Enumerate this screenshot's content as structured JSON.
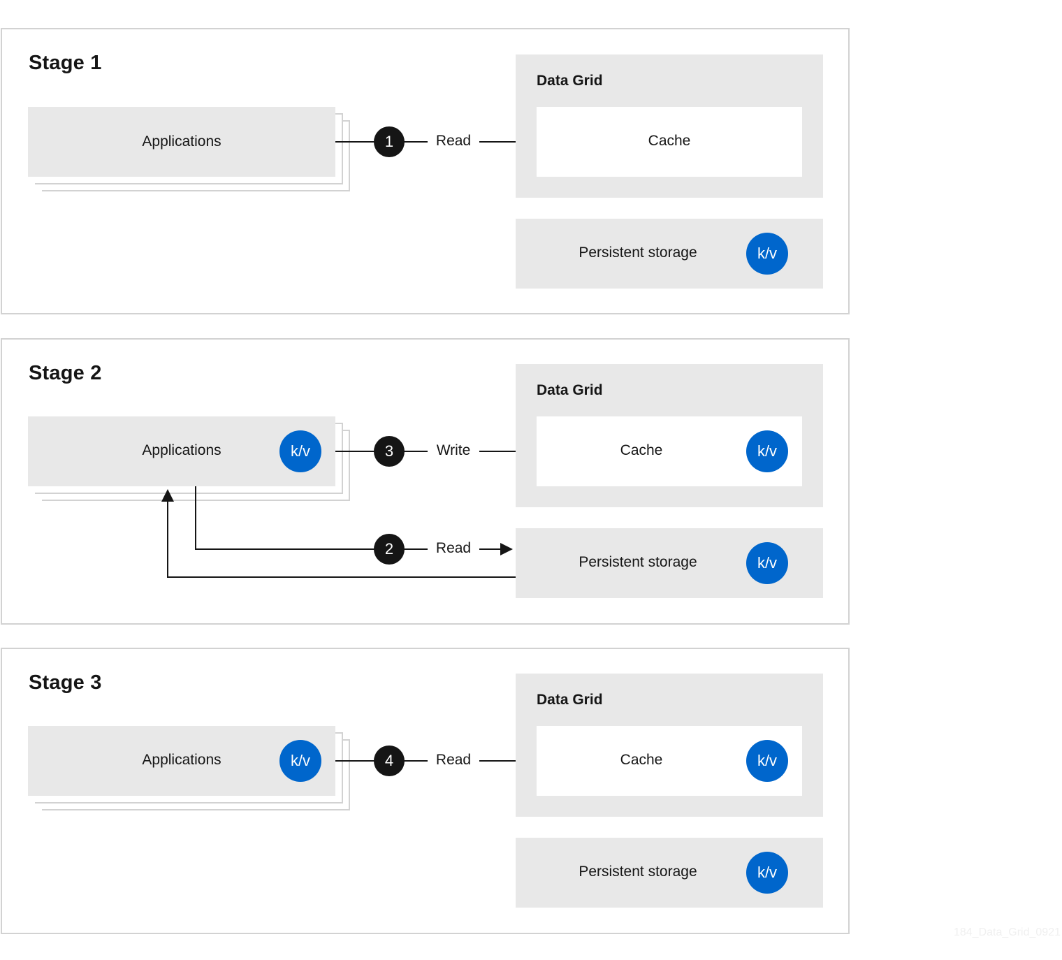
{
  "stages": [
    {
      "title": "Stage 1",
      "step": "1",
      "operation": "Read"
    },
    {
      "title": "Stage 2",
      "write_step": "3",
      "write_operation": "Write",
      "read_step": "2",
      "read_operation": "Read"
    },
    {
      "title": "Stage 3",
      "step": "4",
      "operation": "Read"
    }
  ],
  "labels": {
    "applications": "Applications",
    "data_grid": "Data Grid",
    "cache": "Cache",
    "persistent_storage": "Persistent storage",
    "kv": "k/v"
  },
  "watermark": "184_Data_Grid_0921",
  "colors": {
    "kv_blue": "#0066cc",
    "step_black": "#151515",
    "box_grey": "#e8e8e8",
    "border_grey": "#d2d2d2"
  }
}
